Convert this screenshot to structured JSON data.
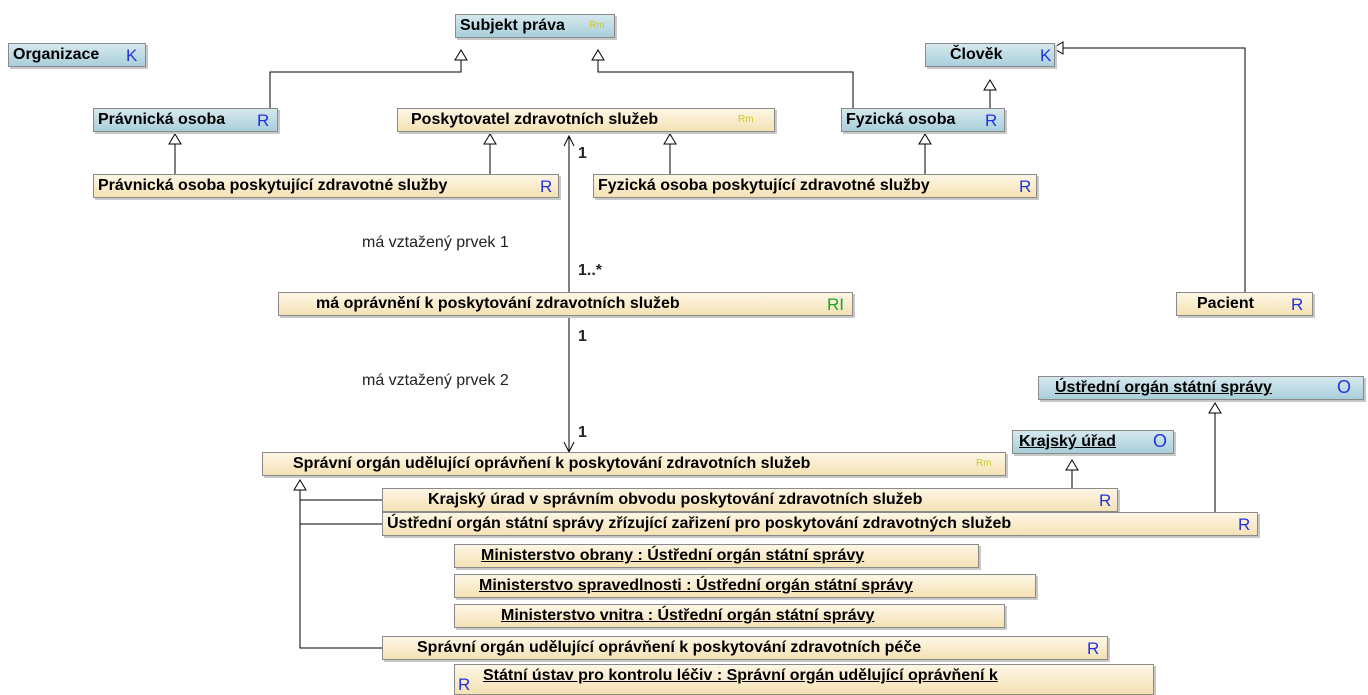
{
  "classes": {
    "subjekt_prava": {
      "label": "Subjekt práva",
      "stereotype": "Rm"
    },
    "organizace": {
      "label": "Organizace",
      "stereotype": "K"
    },
    "clovek": {
      "label": "Člověk",
      "stereotype": "K"
    },
    "pravnicka_osoba": {
      "label": "Právnická osoba",
      "stereotype": "R"
    },
    "poskytovatel": {
      "label": "Poskytovatel zdravotních služeb",
      "stereotype": "Rm"
    },
    "fyzicka_osoba": {
      "label": "Fyzická osoba",
      "stereotype": "R"
    },
    "po_poskytujici": {
      "label": "Právnická osoba poskytující zdravotné služby",
      "stereotype": "R"
    },
    "fo_poskytujici": {
      "label": "Fyzická osoba poskytující zdravotné služby",
      "stereotype": "R"
    },
    "opravneni": {
      "label": "má oprávnění k poskytování zdravotních služeb",
      "stereotype": "RI"
    },
    "pacient": {
      "label": "Pacient",
      "stereotype": "R"
    },
    "ustredni_organ": {
      "label": "Ústřední orgán státní správy",
      "stereotype": "O"
    },
    "krajsky_urad": {
      "label": "Krajský úřad",
      "stereotype": "O"
    },
    "spravni_organ": {
      "label": "Správní orgán udělující oprávňení k poskytování zdravotních služeb",
      "stereotype": "Rm"
    },
    "krajsky_urad_obvod": {
      "label": "Krajský úrad v správním obvodu poskytování zdravotních služeb",
      "stereotype": "R"
    },
    "ustredni_zrizujici": {
      "label": "Ústřední orgán státní správy zřízující zařizení pro poskytování zdravotných služeb",
      "stereotype": "R"
    },
    "spravni_pece": {
      "label": "Správní orgán udělující oprávňení k poskytování zdravotních péče",
      "stereotype": "R"
    }
  },
  "instances": {
    "min_obrany": "Ministerstvo obrany : Ústřední orgán státní správy",
    "min_spravedlnosti": "Ministerstvo spravedlnosti : Ústřední orgán státní správy",
    "min_vnitra": "Ministerstvo vnitra : Ústřední orgán státní správy",
    "sukl": "Státní ústav pro kontrolu léčiv : Správní orgán udělující oprávňení k",
    "sukl_stereotype": "R"
  },
  "relations": {
    "role1": "má vztažený prvek 1",
    "role2": "má vztažený prvek 2",
    "mult_top_1": "1",
    "mult_top_many": "1..*",
    "mult_bottom_1": "1",
    "mult_bottom_1b": "1"
  }
}
